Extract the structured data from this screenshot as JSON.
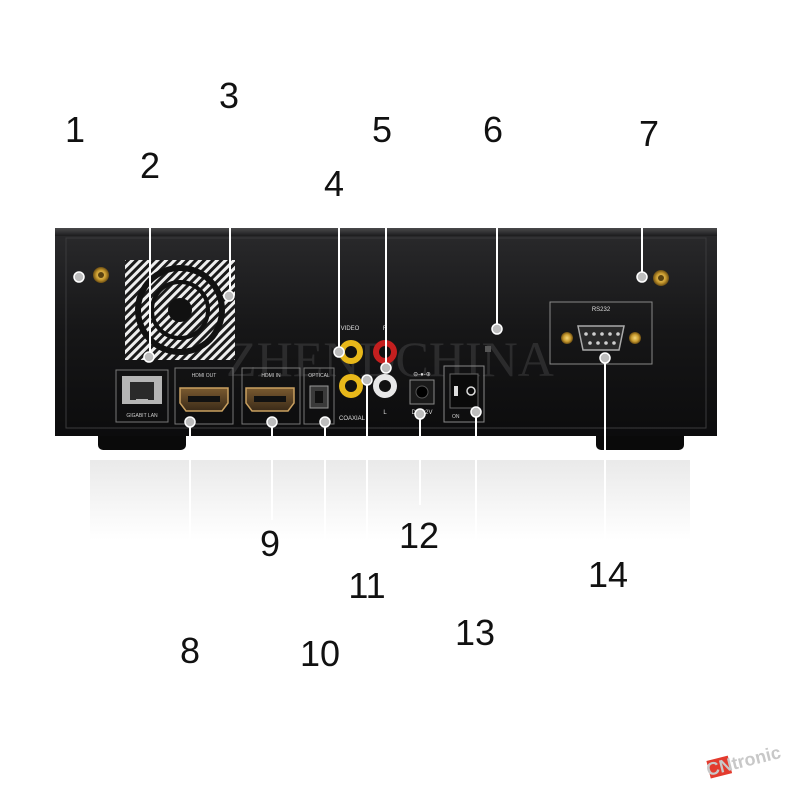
{
  "callout_numbers": [
    "1",
    "2",
    "3",
    "4",
    "5",
    "6",
    "7",
    "8",
    "9",
    "10",
    "11",
    "12",
    "13",
    "14"
  ],
  "panel_labels": {
    "lan": "GIGABIT LAN",
    "hdmi_out": "HDMI OUT",
    "hdmi_in": "HDMI IN",
    "optical": "OPTICAL",
    "coaxial": "COAXIAL",
    "video": "VIDEO",
    "r": "R",
    "l": "L",
    "dc": "DC 12V",
    "on": "ON",
    "rs232": "RS232"
  },
  "watermark": "ZHENDCHINA",
  "brand_logo": "CNtronic"
}
